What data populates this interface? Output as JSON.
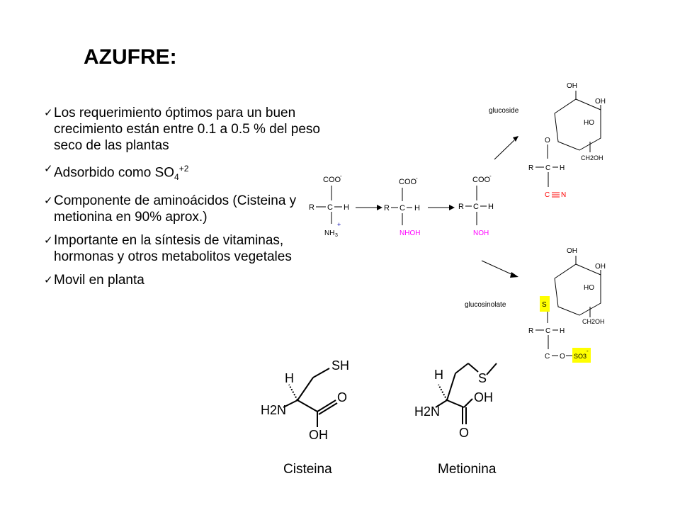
{
  "slide": {
    "title": "AZUFRE:",
    "bullets": [
      "Los requerimiento óptimos para un buen crecimiento están entre 0.1 a 0.5 % del peso seco de las plantas",
      "Adsorbido como SO",
      "Componente de aminoácidos (Cisteina y metionina en 90% aprox.)",
      "Importante en la síntesis de vitaminas, hormonas y otros metabolitos vegetales",
      "Movil en planta"
    ],
    "bullet2_sub": "4",
    "bullet2_sup": "+2",
    "check_glyph": "✓"
  },
  "scheme": {
    "label_glucoside": "glucoside",
    "label_glucosinolate": "glucosinolate",
    "coo": "COO",
    "minus": "-",
    "R": "R",
    "C": "C",
    "H": "H",
    "nh3": "NH",
    "nh3_sub": "3",
    "plus": "+",
    "nhoh": "NHOH",
    "noh": "NOH",
    "OH": "OH",
    "HO": "HO",
    "O": "O",
    "CH2OH": "CH2OH",
    "N": "N",
    "S": "S",
    "SO3": "SO3",
    "SO3_charge": "-",
    "SH": "SH",
    "H2N": "H2N",
    "colors": {
      "magenta": "#ff00ff",
      "red": "#ff0000",
      "highlight": "#ffff00"
    }
  },
  "captions": {
    "cys": "Cisteina",
    "met": "Metionina"
  }
}
